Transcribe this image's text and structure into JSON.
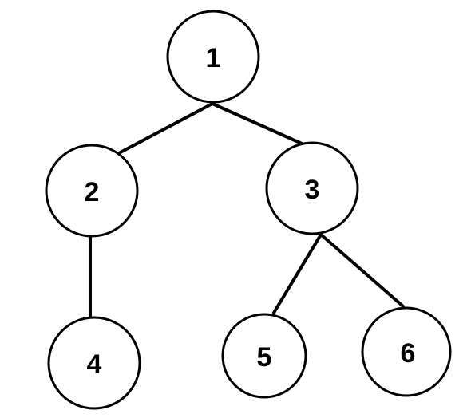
{
  "diagram": {
    "type": "tree",
    "nodes": [
      {
        "id": "1",
        "label": "1"
      },
      {
        "id": "2",
        "label": "2"
      },
      {
        "id": "3",
        "label": "3"
      },
      {
        "id": "4",
        "label": "4"
      },
      {
        "id": "5",
        "label": "5"
      },
      {
        "id": "6",
        "label": "6"
      }
    ],
    "edges": [
      {
        "from": "1",
        "to": "2"
      },
      {
        "from": "1",
        "to": "3"
      },
      {
        "from": "2",
        "to": "4"
      },
      {
        "from": "3",
        "to": "5"
      },
      {
        "from": "3",
        "to": "6"
      }
    ],
    "colors": {
      "stroke": "#000000",
      "fill": "#ffffff",
      "text": "#000000"
    }
  }
}
